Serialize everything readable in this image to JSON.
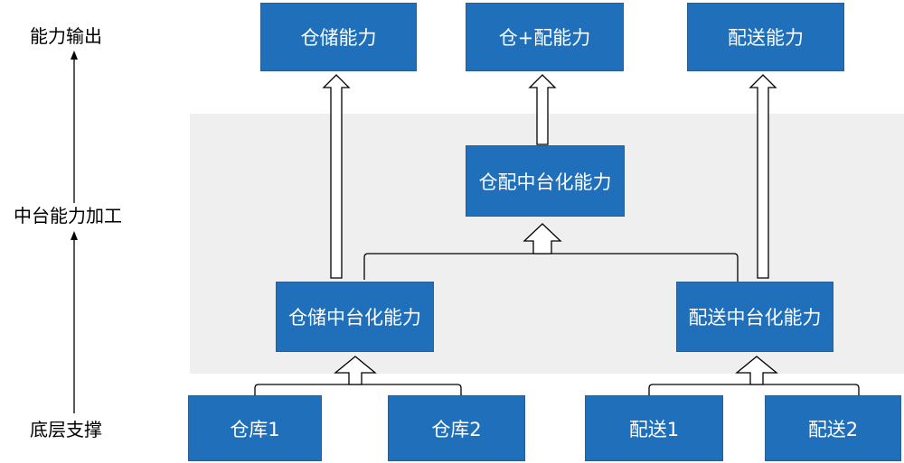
{
  "layers": {
    "output": "能力输出",
    "processing": "中台能力加工",
    "support": "底层支撑"
  },
  "boxes": {
    "storage_capability": "仓储能力",
    "warehouse_delivery_capability": "仓+配能力",
    "delivery_capability": "配送能力",
    "warehouse_delivery_middle": "仓配中台化能力",
    "storage_middle": "仓储中台化能力",
    "delivery_middle": "配送中台化能力",
    "warehouse1": "仓库1",
    "warehouse2": "仓库2",
    "delivery1": "配送1",
    "delivery2": "配送2"
  },
  "colors": {
    "box_fill": "#1f6fba",
    "box_text": "#ffffff",
    "band": "#efefef"
  }
}
